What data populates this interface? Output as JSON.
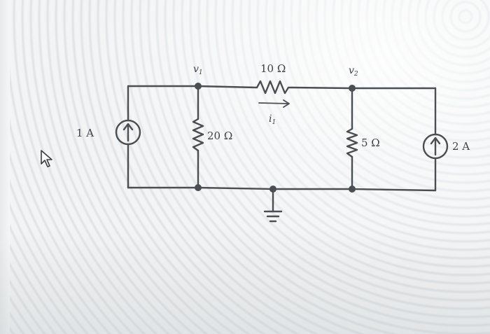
{
  "diagram": {
    "labels": {
      "source_left": "1 A",
      "source_right": "2 A",
      "r_top": "10 Ω",
      "r_left": "20 Ω",
      "r_right": "5 Ω",
      "node_v1": "v",
      "node_v1_sub": "1",
      "node_v2": "v",
      "node_v2_sub": "2",
      "current_i": "i",
      "current_i_sub": "1"
    },
    "colors": {
      "ink": "#4b4f53",
      "paper": "#eceeef"
    },
    "icons": {
      "cursor": "mouse-pointer-icon"
    }
  }
}
